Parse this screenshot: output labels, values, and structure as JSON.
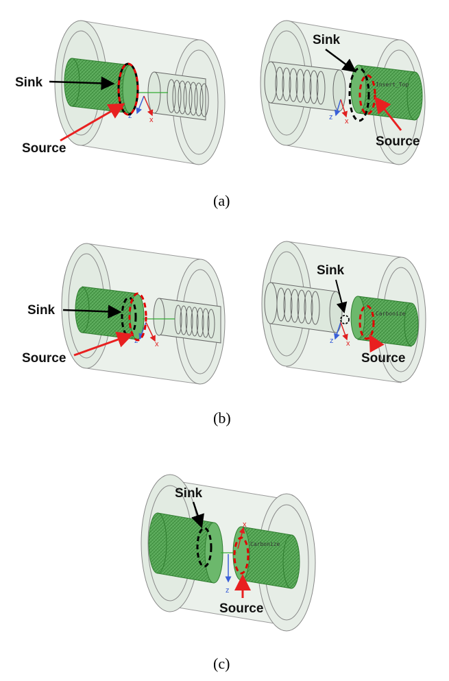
{
  "captions": {
    "a": "(a)",
    "b": "(b)",
    "c": "(c)"
  },
  "labels": {
    "sink": "Sink",
    "source": "Source"
  },
  "tags": {
    "insert_top": "Insert_Top",
    "carbonize": "Carbonize"
  },
  "axes": {
    "x": "x",
    "z": "z"
  },
  "colors": {
    "sink_outline": "#000000",
    "source_outline": "#e00000",
    "arrow_red": "#e82020",
    "coil_green": "#3f9a3f",
    "axis_blue": "#3a5fd8",
    "axis_red": "#e02020"
  }
}
